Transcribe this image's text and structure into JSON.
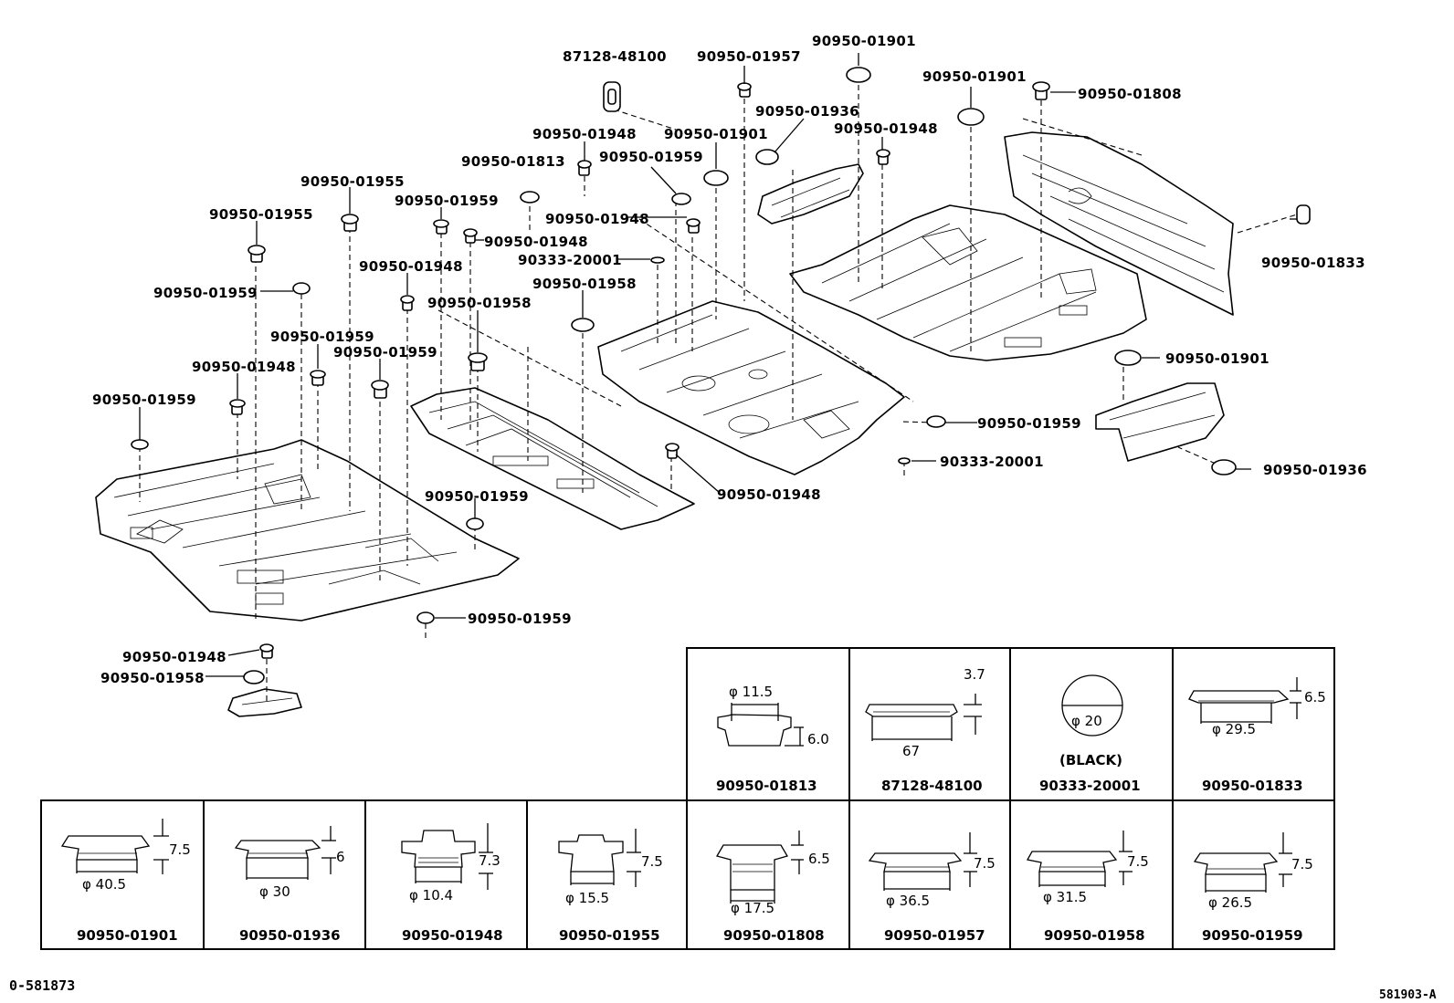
{
  "callouts": [
    {
      "id": "c1",
      "text": "87128-48100"
    },
    {
      "id": "c2",
      "text": "90950-01957"
    },
    {
      "id": "c3",
      "text": "90950-01901"
    },
    {
      "id": "c4",
      "text": "90950-01901"
    },
    {
      "id": "c5",
      "text": "90950-01808"
    },
    {
      "id": "c6",
      "text": "90950-01936"
    },
    {
      "id": "c7",
      "text": "90950-01948"
    },
    {
      "id": "c8",
      "text": "90950-01948"
    },
    {
      "id": "c9",
      "text": "90950-01901"
    },
    {
      "id": "c10",
      "text": "90950-01959"
    },
    {
      "id": "c11",
      "text": "90950-01813"
    },
    {
      "id": "c12",
      "text": "90950-01955"
    },
    {
      "id": "c13",
      "text": "90950-01959"
    },
    {
      "id": "c14",
      "text": "90950-01955"
    },
    {
      "id": "c15",
      "text": "90950-01948"
    },
    {
      "id": "c16",
      "text": "90950-01948"
    },
    {
      "id": "c17",
      "text": "90333-20001"
    },
    {
      "id": "c18",
      "text": "90950-01959"
    },
    {
      "id": "c19",
      "text": "90950-01948"
    },
    {
      "id": "c20",
      "text": "90950-01958"
    },
    {
      "id": "c21",
      "text": "90950-01958"
    },
    {
      "id": "c22",
      "text": "90950-01959"
    },
    {
      "id": "c23",
      "text": "90950-01959"
    },
    {
      "id": "c24",
      "text": "90950-01948"
    },
    {
      "id": "c25",
      "text": "90950-01959"
    },
    {
      "id": "c26",
      "text": "90950-01833"
    },
    {
      "id": "c27",
      "text": "90950-01901"
    },
    {
      "id": "c28",
      "text": "90950-01959"
    },
    {
      "id": "c29",
      "text": "90333-20001"
    },
    {
      "id": "c30",
      "text": "90950-01936"
    },
    {
      "id": "c31",
      "text": "90950-01948"
    },
    {
      "id": "c32",
      "text": "90950-01959"
    },
    {
      "id": "c33",
      "text": "90950-01959"
    },
    {
      "id": "c34",
      "text": "90950-01948"
    },
    {
      "id": "c35",
      "text": "90950-01958"
    }
  ],
  "table_top": [
    {
      "part": "90950-01813",
      "dims": [
        "φ 11.5",
        "6.0"
      ]
    },
    {
      "part": "87128-48100",
      "dims": [
        "3.7",
        "67"
      ]
    },
    {
      "part": "90333-20001",
      "dims": [
        "φ 20",
        "(BLACK)"
      ]
    },
    {
      "part": "90950-01833",
      "dims": [
        "6.5",
        "φ 29.5"
      ]
    }
  ],
  "table_bottom": [
    {
      "part": "90950-01901",
      "dims": [
        "7.5",
        "φ 40.5"
      ]
    },
    {
      "part": "90950-01936",
      "dims": [
        "6",
        "φ 30"
      ]
    },
    {
      "part": "90950-01948",
      "dims": [
        "7.3",
        "φ 10.4"
      ]
    },
    {
      "part": "90950-01955",
      "dims": [
        "7.5",
        "φ 15.5"
      ]
    },
    {
      "part": "90950-01808",
      "dims": [
        "6.5",
        "φ 17.5"
      ]
    },
    {
      "part": "90950-01957",
      "dims": [
        "7.5",
        "φ 36.5"
      ]
    },
    {
      "part": "90950-01958",
      "dims": [
        "7.5",
        "φ 31.5"
      ]
    },
    {
      "part": "90950-01959",
      "dims": [
        "7.5",
        "φ 26.5"
      ]
    }
  ],
  "footer": {
    "left": "0-581873",
    "right": "581903-A"
  }
}
